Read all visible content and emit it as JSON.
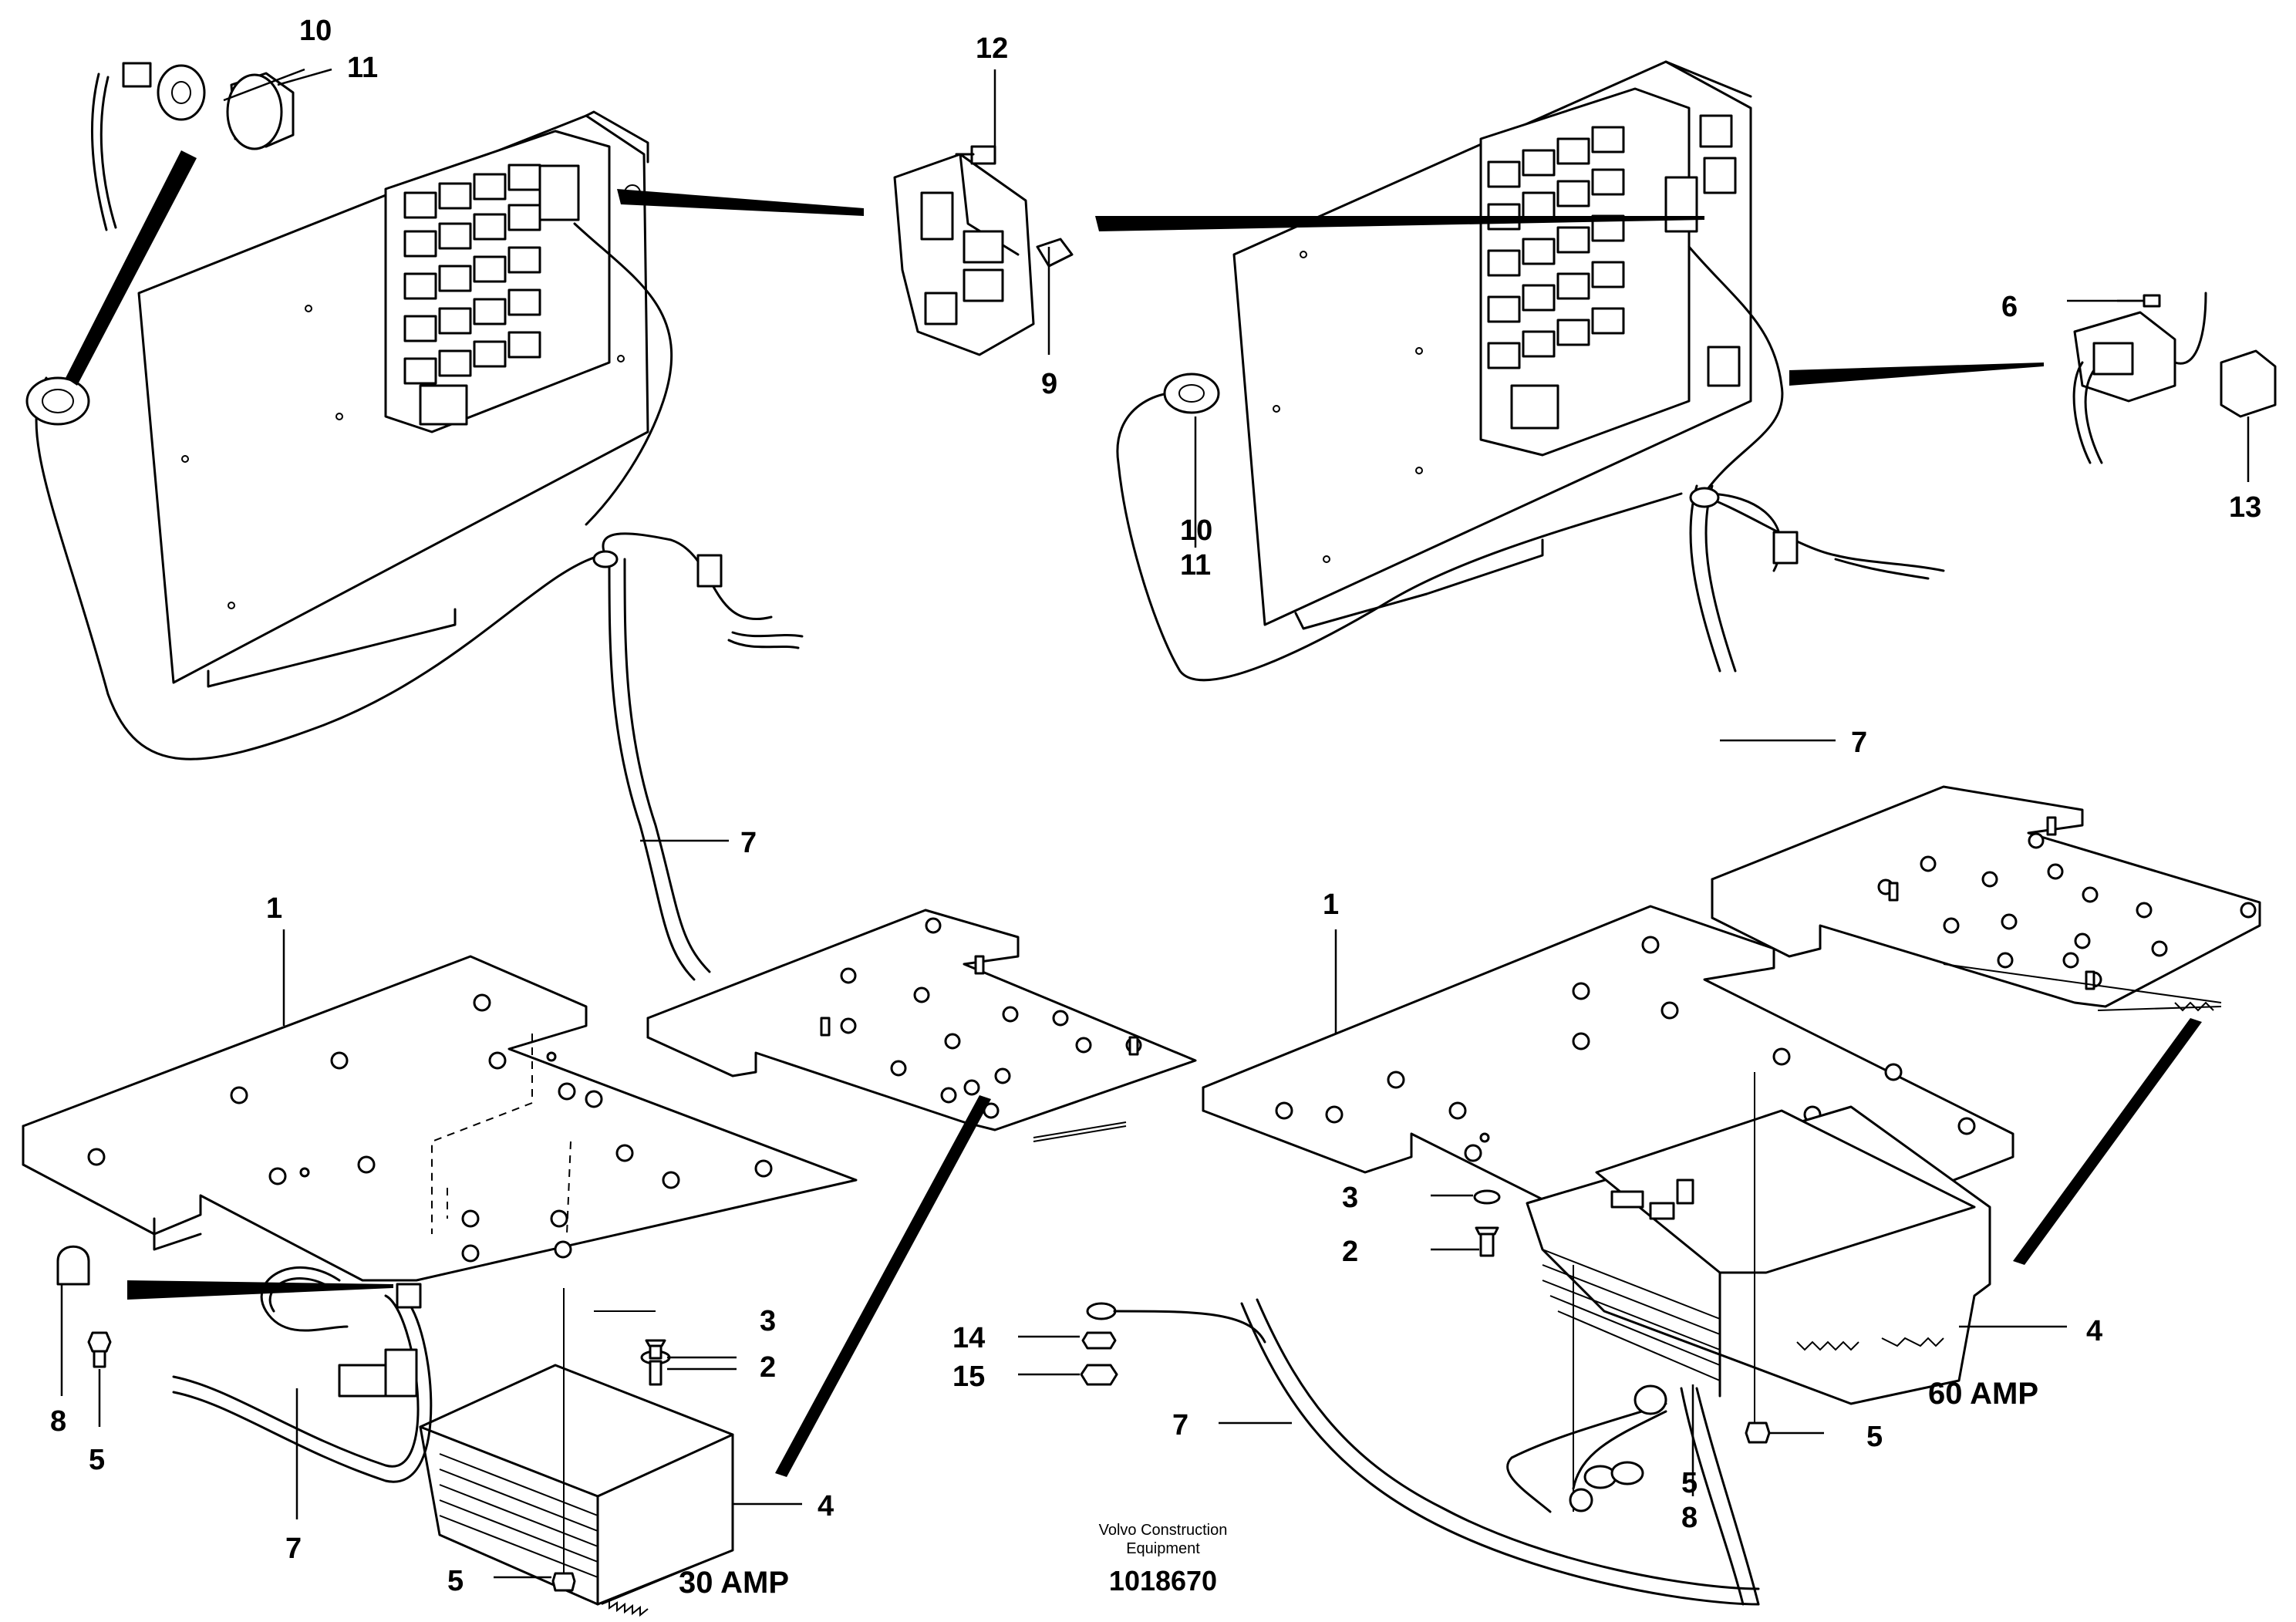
{
  "callouts": {
    "c1a": "1",
    "c1b": "1",
    "c2a": "2",
    "c2b": "2",
    "c3a": "3",
    "c3b": "3",
    "c4a": "4",
    "c4b": "4",
    "c5a": "5",
    "c5b": "5",
    "c5c": "5",
    "c5d": "5",
    "c6": "6",
    "c7a": "7",
    "c7b": "7",
    "c7c": "7",
    "c7d": "7",
    "c8a": "8",
    "c8b": "8",
    "c9": "9",
    "c10a": "10",
    "c10b": "10",
    "c11a": "11",
    "c11b": "11",
    "c12": "12",
    "c13": "13",
    "c14": "14",
    "c15": "15"
  },
  "ratings": {
    "left": "30 AMP",
    "right": "60 AMP"
  },
  "footer": {
    "line1": "Volvo Construction",
    "line2": "Equipment",
    "drawing_number": "1018670"
  }
}
